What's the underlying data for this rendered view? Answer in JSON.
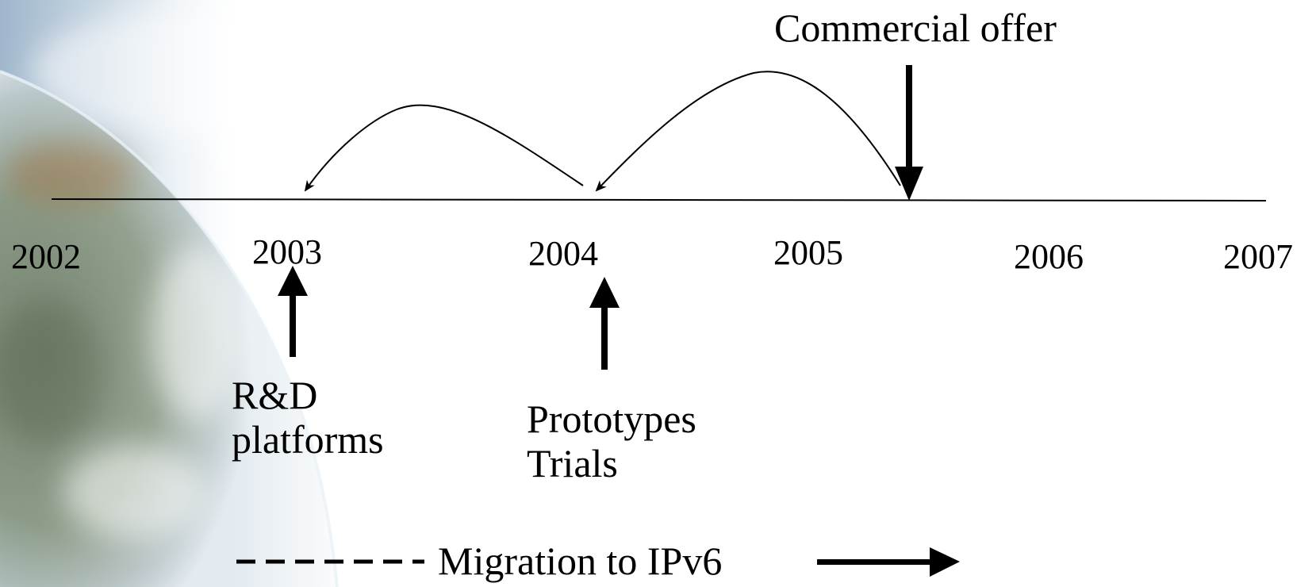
{
  "timeline": {
    "years": [
      "2002",
      "2003",
      "2004",
      "2005",
      "2006",
      "2007"
    ]
  },
  "milestones": {
    "rd": {
      "line1": "R&D",
      "line2": "platforms"
    },
    "prototypes": {
      "line1": "Prototypes",
      "line2": "Trials"
    },
    "commercial": {
      "label": "Commercial offer"
    }
  },
  "legend": {
    "label": "Migration to IPv6"
  }
}
